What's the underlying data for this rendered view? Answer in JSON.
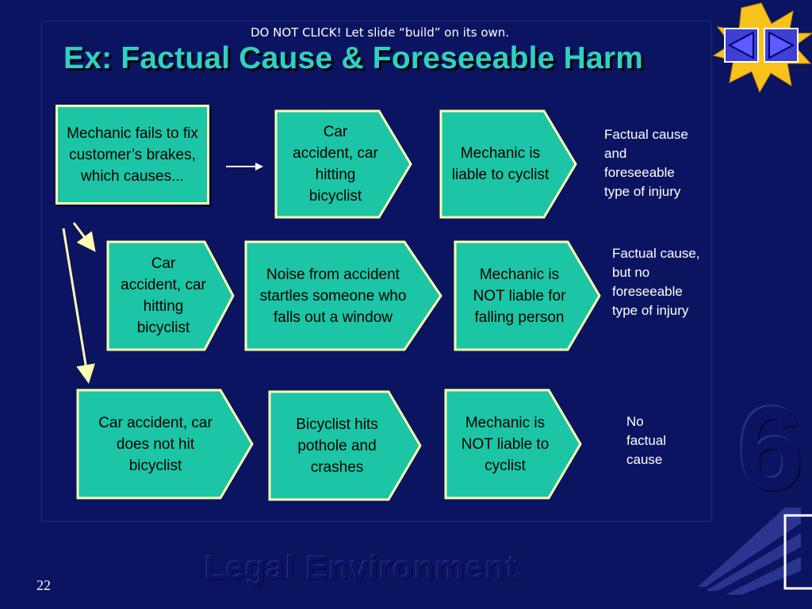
{
  "slide": {
    "note": "DO NOT CLICK!  Let slide “build” on its own.",
    "title": "Ex: Factual Cause & Foreseeable Harm",
    "page_number": "22",
    "footer_watermark": "Legal Environment",
    "chapter_watermark": "6"
  },
  "nav": {
    "prev_icon": "left-triangle-icon",
    "next_icon": "right-triangle-icon",
    "burst_icon": "star-burst-icon"
  },
  "colors": {
    "background": "#0b1460",
    "box_fill": "#1bc5a5",
    "box_border": "#fffbb0",
    "title": "#2fd0c3",
    "arrow": "#fffbb0"
  },
  "rows": [
    {
      "start": "Mechanic fails to fix customer’s brakes, which causes...",
      "steps": [
        "Car accident, car hitting bicyclist",
        "Mechanic is liable to cyclist"
      ],
      "conclusion": "Factual cause and foreseeable type of injury"
    },
    {
      "steps": [
        "Car accident, car hitting bicyclist",
        "Noise from accident startles someone who falls out a window",
        "Mechanic is NOT liable for falling person"
      ],
      "conclusion": "Factual cause, but no foreseeable type of injury"
    },
    {
      "steps": [
        "Car accident, car does not hit bicyclist",
        "Bicyclist hits pothole and crashes",
        "Mechanic is NOT liable to cyclist"
      ],
      "conclusion": "No factual cause"
    }
  ]
}
